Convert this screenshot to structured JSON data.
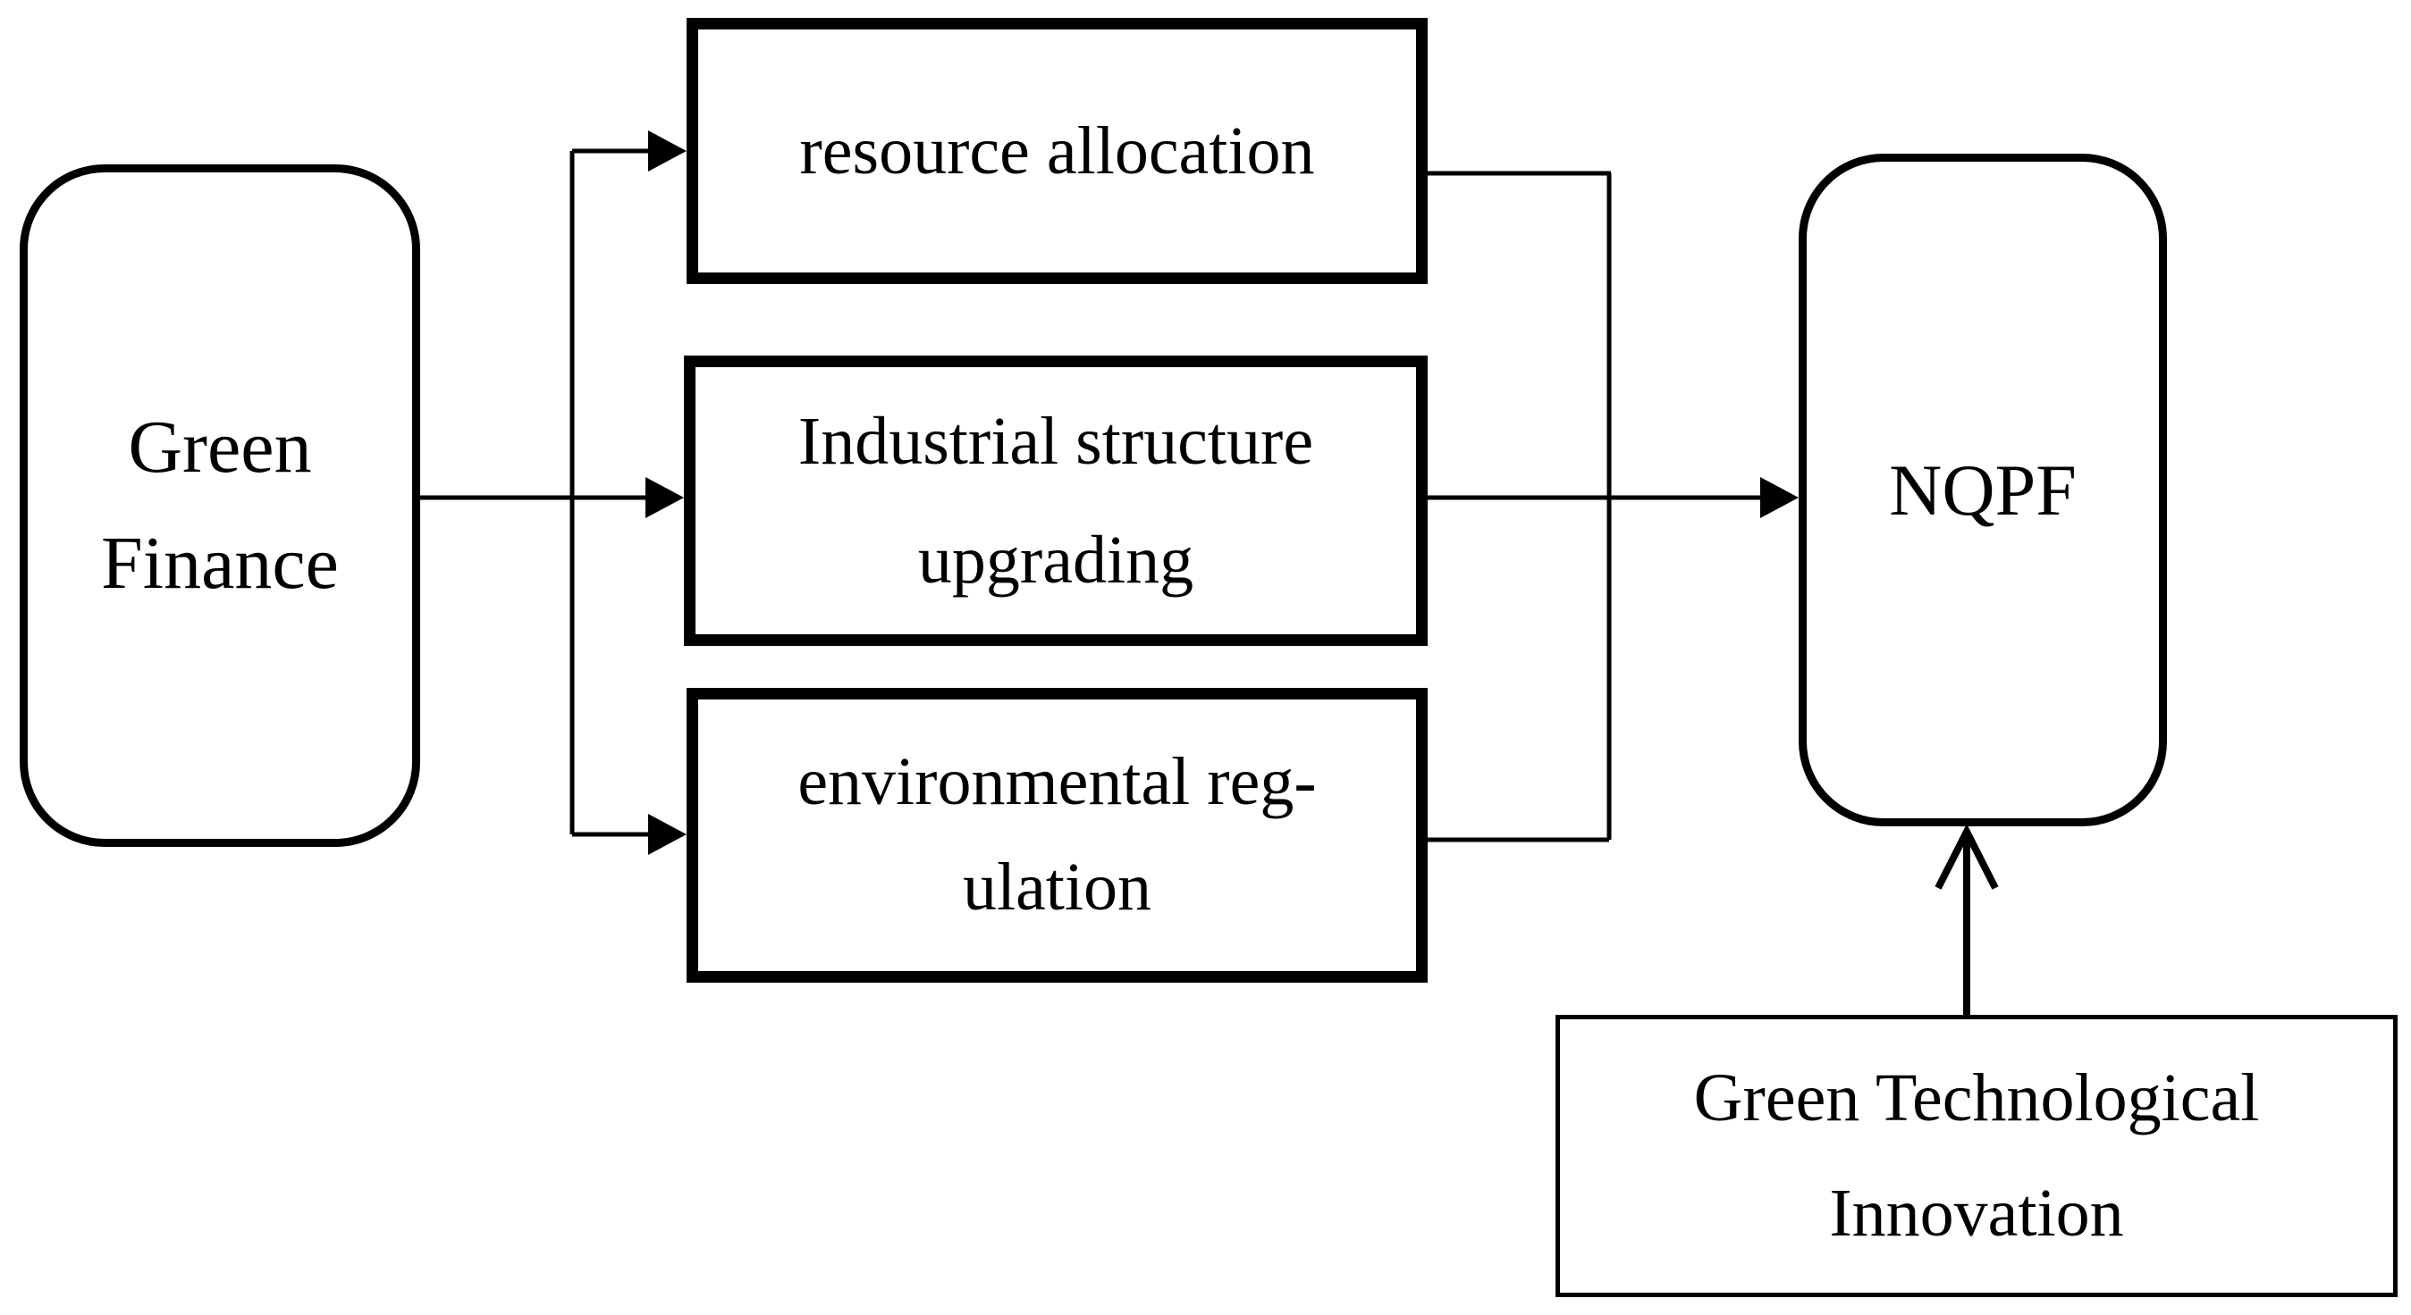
{
  "diagram": {
    "type": "flow-diagram",
    "background_color": "#ffffff",
    "stroke_color": "#000000",
    "text_color": "#000000"
  },
  "nodes": {
    "green_finance": {
      "label": "Green Finance",
      "line1": "Green",
      "line2": "Finance",
      "shape": "rounded-rectangle"
    },
    "resource_allocation": {
      "label": "resource allocation",
      "line1": "resource allocation",
      "shape": "rectangle"
    },
    "industrial_structure_upgrading": {
      "label": "Industrial structure upgrading",
      "line1": "Industrial structure",
      "line2": "upgrading",
      "shape": "rectangle"
    },
    "environmental_regulation": {
      "label": "environmental regulation",
      "line1": "environmental reg-",
      "line2": "ulation",
      "shape": "rectangle"
    },
    "nqpf": {
      "label": "NQPF",
      "line1": "NQPF",
      "shape": "rounded-rectangle"
    },
    "green_technological_innovation": {
      "label": "Green Technological Innovation",
      "line1": "Green Technological",
      "line2": "Innovation",
      "shape": "rectangle"
    }
  },
  "edges": [
    {
      "from": "Green Finance",
      "to": "resource allocation",
      "style": "filled-arrow"
    },
    {
      "from": "Green Finance",
      "to": "Industrial structure upgrading",
      "style": "filled-arrow"
    },
    {
      "from": "Green Finance",
      "to": "environmental regulation",
      "style": "filled-arrow"
    },
    {
      "from": "resource allocation",
      "to": "NQPF",
      "style": "merge-line"
    },
    {
      "from": "Industrial structure upgrading",
      "to": "NQPF",
      "style": "filled-arrow"
    },
    {
      "from": "environmental regulation",
      "to": "NQPF",
      "style": "merge-line"
    },
    {
      "from": "Green Technological Innovation",
      "to": "NQPF",
      "style": "open-arrow"
    }
  ]
}
